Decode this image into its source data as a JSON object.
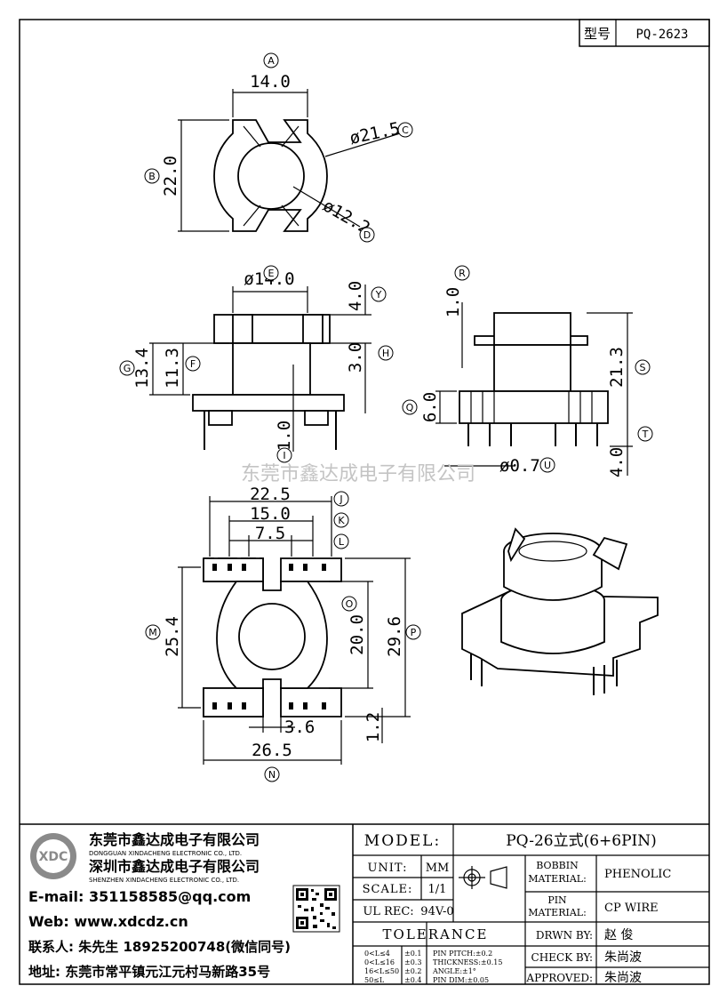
{
  "header": {
    "type_label": "型号",
    "type_value": "PQ-2623"
  },
  "watermark": "东莞市鑫达成电子有限公司",
  "dims": {
    "A": "14.0",
    "B": "22.0",
    "C": "ø21.5",
    "D": "ø12.2",
    "E": "ø14.0",
    "Y": "4.0",
    "G": "13.4",
    "F": "11.3",
    "H": "3.0",
    "I": "1.0",
    "R": "1.0",
    "S": "21.3",
    "Q": "6.0",
    "T": "4.0",
    "U": "ø0.7",
    "J": "22.5",
    "K": "15.0",
    "L": "7.5",
    "M": "25.4",
    "O": "20.0",
    "P": "29.6",
    "N": "26.5",
    "bot1": "3.6",
    "bot2": "1.2"
  },
  "balloons": [
    "A",
    "B",
    "C",
    "D",
    "E",
    "Y",
    "G",
    "F",
    "H",
    "I",
    "R",
    "S",
    "Q",
    "T",
    "U",
    "J",
    "K",
    "L",
    "M",
    "O",
    "P",
    "N"
  ],
  "company": {
    "name_dg": "东莞市鑫达成电子有限公司",
    "name_dg_en": "DONGGUAN XINDACHENG ELECTRONIC CO., LTD.",
    "name_sz": "深圳市鑫达成电子有限公司",
    "name_sz_en": "SHENZHEN XINDACHENG ELECTRONIC CO., LTD.",
    "email": "E-mail: 351158585@qq.com",
    "web": "Web: www.xdcdz.cn",
    "contact": "联系人: 朱先生 18925200748(微信同号)",
    "address": "地址: 东莞市常平镇元江元村马新路35号"
  },
  "titleblock": {
    "model_label": "MODEL:",
    "model_value": "PQ-26立式(6+6PIN)",
    "unit_label": "UNIT:",
    "unit_value": "MM",
    "scale_label": "SCALE:",
    "scale_value": "1/1",
    "ulrec_label": "UL REC:",
    "ulrec_value": "94V-0",
    "tolerance_label": "TOLERANCE",
    "bobbin_label": "BOBBIN MATERIAL:",
    "bobbin_value": "PHENOLIC",
    "pin_label": "PIN MATERIAL:",
    "pin_value": "CP WIRE",
    "drwn_label": "DRWN BY:",
    "drwn_value": "赵 俊",
    "check_label": "CHECK BY:",
    "check_value": "朱尚波",
    "approved_label": "APPROVED:",
    "approved_value": "朱尚波",
    "tol_rows": [
      [
        "0<L≤4",
        "±0.1",
        "PIN PITCH:±0.2"
      ],
      [
        "0<L≤16",
        "±0.3",
        "THICKNESS:±0.15"
      ],
      [
        "16<L≤50",
        "±0.2",
        "ANGLE:±1°"
      ],
      [
        "50≤L",
        "±0.4",
        "PIN DIM:±0.05"
      ]
    ]
  }
}
